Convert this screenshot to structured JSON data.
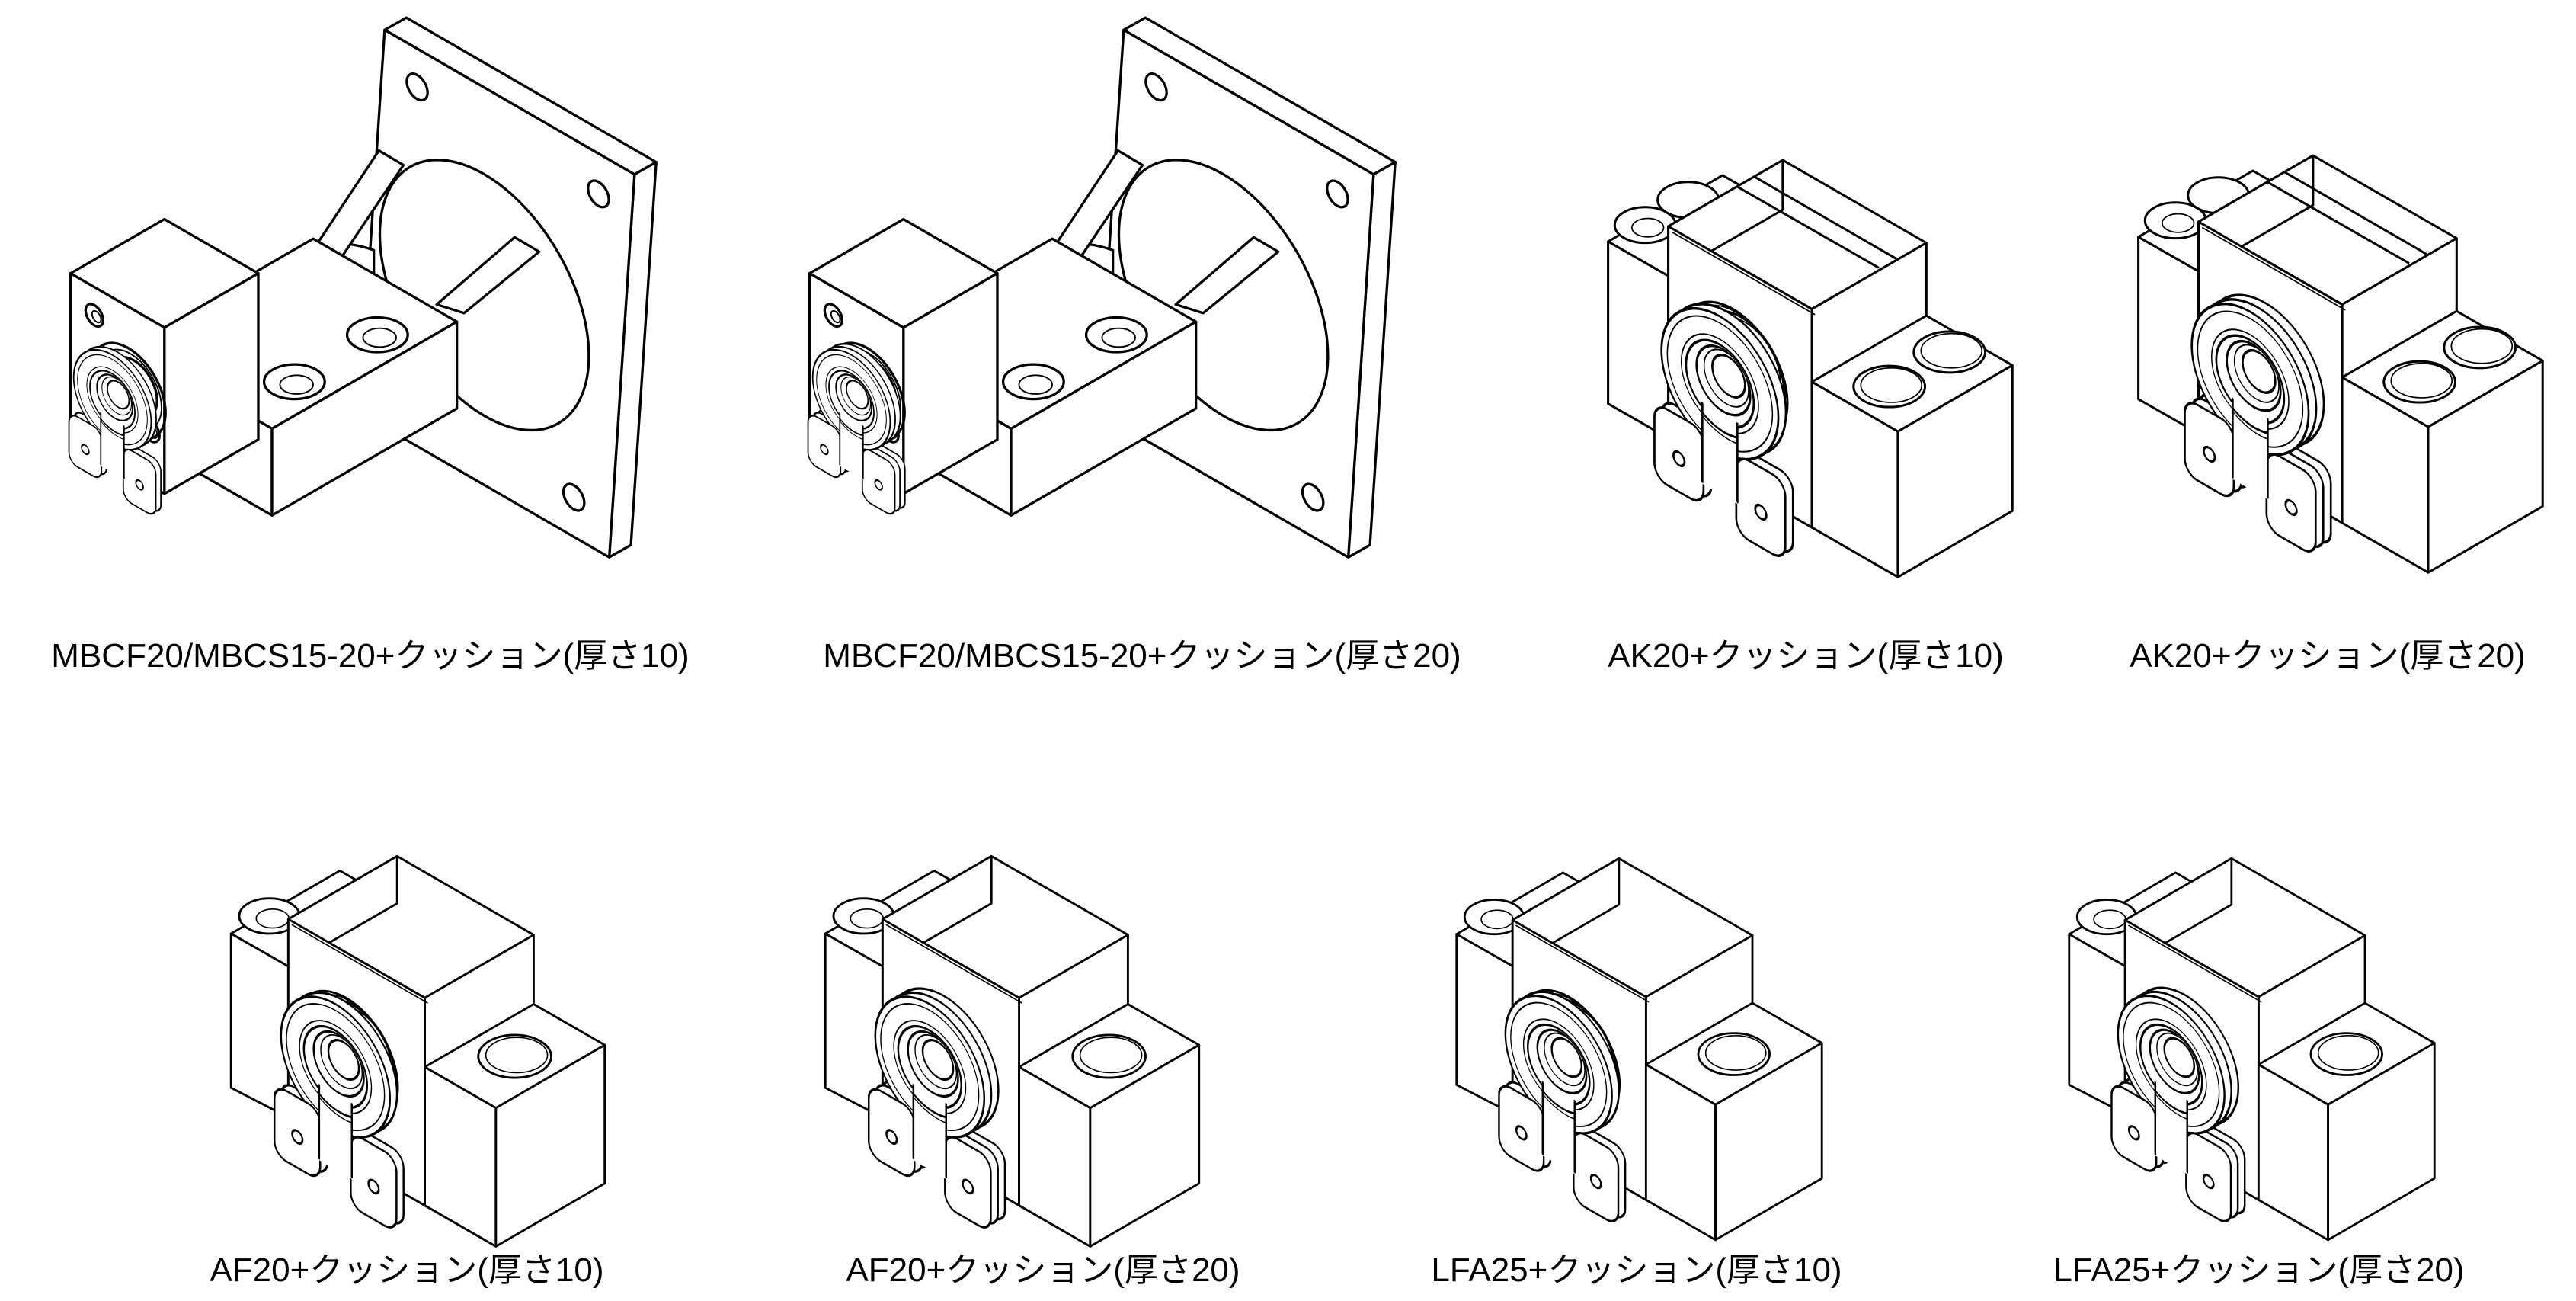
{
  "page": {
    "background_color": "#ffffff",
    "line_color": "#000000",
    "text_color": "#000000"
  },
  "figures": [
    {
      "caption": "MBCF20/MBCS15-20+クッション(厚さ10)",
      "model": "MBCF20/MBCS15-20",
      "accessory": "クッション",
      "thickness_label": "厚さ10"
    },
    {
      "caption": "MBCF20/MBCS15-20+クッション(厚さ20)",
      "model": "MBCF20/MBCS15-20",
      "accessory": "クッション",
      "thickness_label": "厚さ20"
    },
    {
      "caption": "AK20+クッション(厚さ10)",
      "model": "AK20",
      "accessory": "クッション",
      "thickness_label": "厚さ10"
    },
    {
      "caption": "AK20+クッション(厚さ20)",
      "model": "AK20",
      "accessory": "クッション",
      "thickness_label": "厚さ20"
    },
    {
      "caption": "AF20+クッション(厚さ10)",
      "model": "AF20",
      "accessory": "クッション",
      "thickness_label": "厚さ10"
    },
    {
      "caption": "AF20+クッション(厚さ20)",
      "model": "AF20",
      "accessory": "クッション",
      "thickness_label": "厚さ20"
    },
    {
      "caption": "LFA25+クッション(厚さ10)",
      "model": "LFA25",
      "accessory": "クッション",
      "thickness_label": "厚さ10"
    },
    {
      "caption": "LFA25+クッション(厚さ20)",
      "model": "LFA25",
      "accessory": "クッション",
      "thickness_label": "厚さ20"
    }
  ]
}
